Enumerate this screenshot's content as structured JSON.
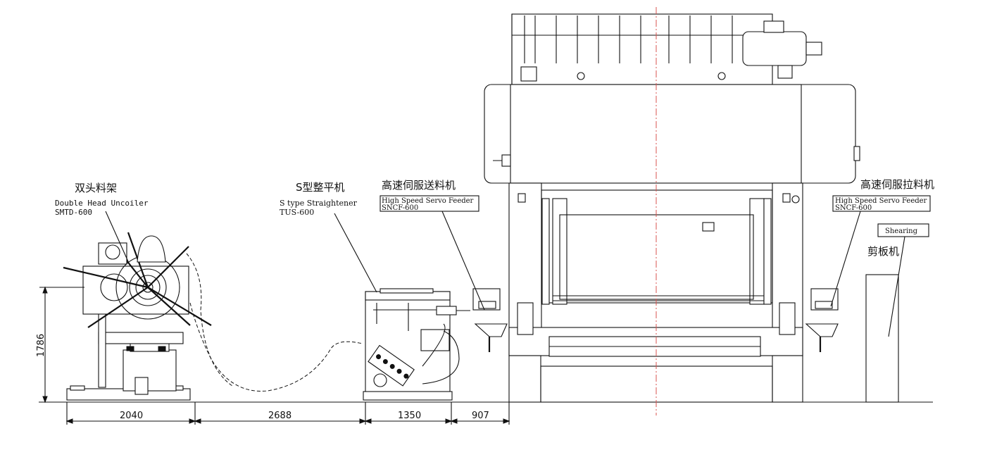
{
  "labels": {
    "uncoiler": {
      "cn": "双头料架",
      "en": "Double Head Uncoiler",
      "model": "SMTD-600"
    },
    "straightener": {
      "cn": "S型整平机",
      "en": "S type Straightener",
      "model": "TUS-600"
    },
    "servo_feeder": {
      "cn": "高速伺服送料机",
      "en": "High Speed Servo Feeder",
      "model": "SNCF-600"
    },
    "servo_puller": {
      "cn": "高速伺服拉料机",
      "en": "High Speed Servo Feeder",
      "model": "SNCF-600"
    },
    "shearing": {
      "cn": "剪板机",
      "en": "Shearing"
    }
  },
  "dimensions": {
    "height": "1786",
    "widths": [
      "2040",
      "2688",
      "1350",
      "907"
    ]
  },
  "colors": {
    "line": "#111111",
    "centerline": "#d9534f",
    "background": "#ffffff"
  }
}
